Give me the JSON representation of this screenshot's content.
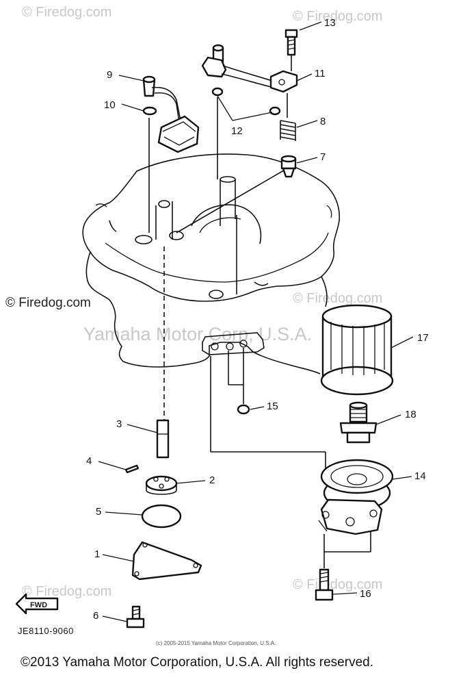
{
  "watermarks": {
    "firedog_top_left": "© Firedog.com",
    "firedog_top_right": "© Firedog.com",
    "firedog_mid_left": "© Firedog.com",
    "firedog_mid_right": "© Firedog.com",
    "yamaha_center": "Yamaha Motor Corp, U.S.A.",
    "firedog_bottom_left": "© Firedog.com",
    "firedog_bottom_right": "© Firedog.com"
  },
  "callouts": {
    "c1": "1",
    "c2": "2",
    "c3": "3",
    "c4": "4",
    "c5": "5",
    "c6": "6",
    "c7": "7",
    "c8": "8",
    "c9": "9",
    "c10": "10",
    "c11": "11",
    "c12": "12",
    "c13": "13",
    "c14": "14",
    "c15": "15",
    "c16": "16",
    "c17": "17",
    "c18": "18"
  },
  "fwd_label": "FWD",
  "diagram_code": "JE8110-9060",
  "small_copyright": "(c) 2005-2015 Yamaha Motor Corporation, U.S.A.",
  "footer_copyright": "©2013 Yamaha Motor Corporation, U.S.A. All rights reserved."
}
